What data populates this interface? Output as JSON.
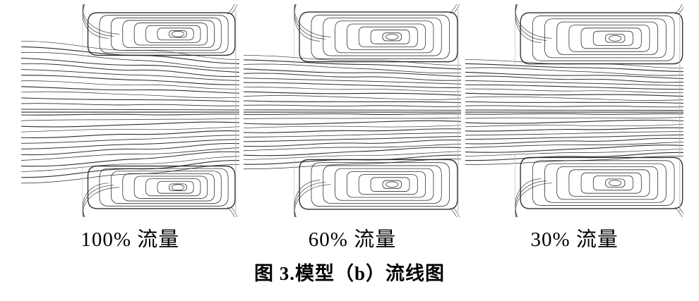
{
  "figure": {
    "panels": [
      {
        "label": "100% 流量"
      },
      {
        "label": "60% 流量"
      },
      {
        "label": "30% 流量"
      }
    ],
    "caption": "图 3.模型（b）流线图",
    "stroke_color": "#1c1c1c"
  }
}
